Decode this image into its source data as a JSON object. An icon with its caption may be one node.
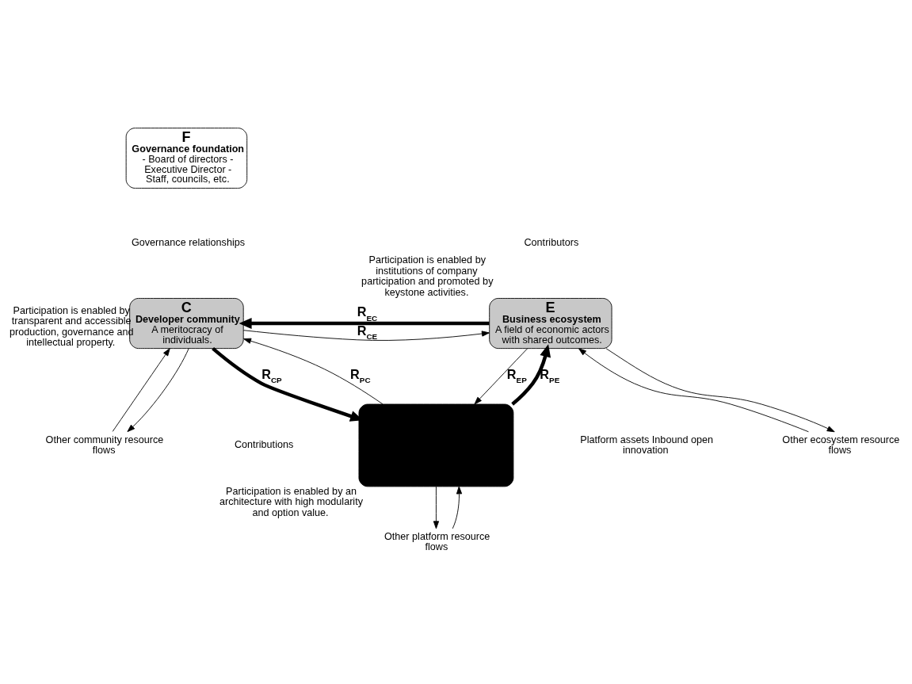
{
  "diagram": {
    "nodes": [
      {
        "text": [
          "F",
          "Governance foundation",
          "- Board of directors - Executive Director - Staff, councils, etc."
        ]
      },
      {
        "text": [
          "C",
          "Developer community",
          "A meritocracy of individuals."
        ],
        "beside": [
          "Participation is enabled by transparent and accessible production, governance and intellectual property."
        ]
      },
      {
        "text": [
          "E",
          "Business ecosystem",
          "A field of economic actors with shared outcomes."
        ],
        "beside": [
          "Participation is enabled by institutions of company participation and promoted by keystone activities."
        ]
      },
      {
        "text": [],
        "shape": "box",
        "beside": [
          "Participation is enabled by an architecture with high modularity and option value."
        ]
      },
      {
        "text": [
          "Other community resource flows"
        ]
      },
      {
        "text": [
          "Other platform resource flows"
        ]
      },
      {
        "text": [
          "Other ecosystem resource flows"
        ]
      }
    ],
    "edges": [
      {
        "from": 2,
        "to": 1,
        "arrow": "to",
        "label": "R$_{EC}$",
        "style": "thick"
      },
      {
        "from": 1,
        "to": 2,
        "arrow": "to",
        "label": "R$_{CE}$"
      },
      {
        "from": 1,
        "to": 3,
        "arrow": "to",
        "label": "R$_{CP}$",
        "style": "thick"
      },
      {
        "from": 3,
        "to": 1,
        "arrow": "to",
        "label": "R$_{PC}$"
      },
      {
        "from": 2,
        "to": 3,
        "arrow": "to",
        "label": "R$_{EP}$"
      },
      {
        "from": 3,
        "to": 2,
        "arrow": "to",
        "label": "R$_{PE}$",
        "style": "thick"
      },
      {
        "from": 4,
        "to": 1,
        "arrow": "to"
      },
      {
        "from": 1,
        "to": 4,
        "arrow": "to"
      },
      {
        "from": 3,
        "to": 5,
        "arrow": "to"
      },
      {
        "from": 5,
        "to": 3,
        "arrow": "to"
      },
      {
        "from": 6,
        "to": 2,
        "arrow": "to"
      },
      {
        "from": 2,
        "to": 6,
        "arrow": "to"
      }
    ],
    "labels": [
      "Governance relationships",
      "Contributors",
      "Contributions",
      "Platform assets Inbound open innovation"
    ]
  }
}
